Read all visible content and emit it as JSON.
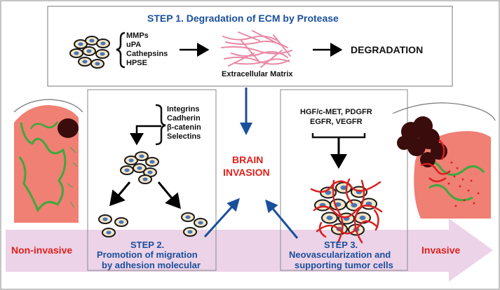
{
  "step1": {
    "title": "STEP 1. Degradation of ECM by Protease",
    "proteases": [
      "MMPs",
      "uPA",
      "Cathepsins",
      "HPSE"
    ],
    "ecm_label": "Extracellular Matrix",
    "result": "DEGRADATION"
  },
  "step2": {
    "molecules": [
      "Integrins",
      "Cadherin",
      "β-catenin",
      "Selectins"
    ],
    "title_line1": "STEP 2.",
    "title_line2": "Promotion of migration",
    "title_line3": "by adhesion molecular"
  },
  "step3": {
    "factors_line1": "HGF/c-MET, PDGFR",
    "factors_line2": "EGFR, VEGFR",
    "title_line1": "STEP 3.",
    "title_line2": "Neovascularization and",
    "title_line3": "supporting tumor cells"
  },
  "center": {
    "line1": "BRAIN",
    "line2": "INVASION"
  },
  "progression": {
    "start": "Non-invasive",
    "end": "Invasive"
  },
  "colors": {
    "step_title": "#1a4f9c",
    "invasion_red": "#e0201c",
    "band": "#ecd3e8",
    "cortex": "#f07f74",
    "outline_green": "#3fa83f",
    "tumor": "#3a0c0c",
    "cell_fill": "#f6e7c6",
    "nucleus": "#4b77b8",
    "vessel": "#d92020",
    "ecm": "#e88aa5"
  }
}
